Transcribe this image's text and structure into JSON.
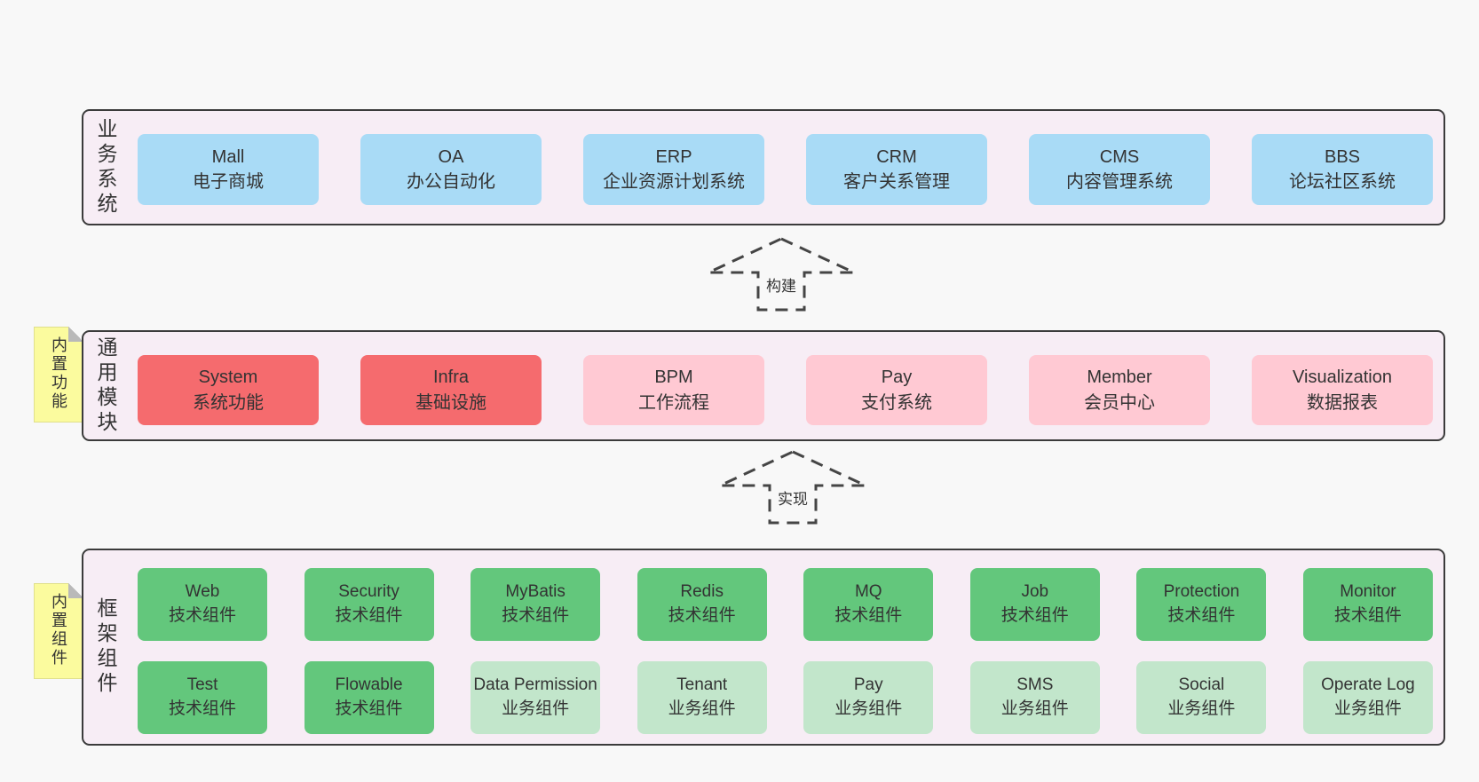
{
  "colors": {
    "page_bg": "#f8f8f8",
    "layer_bg": "#f7edf5",
    "layer_border": "#3b3b3b",
    "box_blue": "#a9dbf6",
    "box_red": "#f56b6e",
    "box_pink": "#ffc9d3",
    "box_green_dark": "#63c77c",
    "box_green_light": "#c2e6cb",
    "note_yellow": "#fbfb9e",
    "note_fold_gray": "#b9b9b9",
    "text": "#333333"
  },
  "layers": {
    "business": {
      "label": "业务系统",
      "boxes": [
        {
          "name": "Mall",
          "desc": "电子商城"
        },
        {
          "name": "OA",
          "desc": "办公自动化"
        },
        {
          "name": "ERP",
          "desc": "企业资源计划系统"
        },
        {
          "name": "CRM",
          "desc": "客户关系管理"
        },
        {
          "name": "CMS",
          "desc": "内容管理系统"
        },
        {
          "name": "BBS",
          "desc": "论坛社区系统"
        }
      ]
    },
    "modules": {
      "label": "通用模块",
      "note": "内置功能",
      "boxes": [
        {
          "name": "System",
          "desc": "系统功能"
        },
        {
          "name": "Infra",
          "desc": "基础设施"
        },
        {
          "name": "BPM",
          "desc": "工作流程"
        },
        {
          "name": "Pay",
          "desc": "支付系统"
        },
        {
          "name": "Member",
          "desc": "会员中心"
        },
        {
          "name": "Visualization",
          "desc": "数据报表"
        }
      ]
    },
    "components": {
      "label": "框架组件",
      "note": "内置组件",
      "row1": [
        {
          "name": "Web",
          "desc": "技术组件"
        },
        {
          "name": "Security",
          "desc": "技术组件"
        },
        {
          "name": "MyBatis",
          "desc": "技术组件"
        },
        {
          "name": "Redis",
          "desc": "技术组件"
        },
        {
          "name": "MQ",
          "desc": "技术组件"
        },
        {
          "name": "Job",
          "desc": "技术组件"
        },
        {
          "name": "Protection",
          "desc": "技术组件"
        },
        {
          "name": "Monitor",
          "desc": "技术组件"
        }
      ],
      "row2": [
        {
          "name": "Test",
          "desc": "技术组件"
        },
        {
          "name": "Flowable",
          "desc": "技术组件"
        },
        {
          "name": "Data Permission",
          "desc": "业务组件"
        },
        {
          "name": "Tenant",
          "desc": "业务组件"
        },
        {
          "name": "Pay",
          "desc": "业务组件"
        },
        {
          "name": "SMS",
          "desc": "业务组件"
        },
        {
          "name": "Social",
          "desc": "业务组件"
        },
        {
          "name": "Operate Log",
          "desc": "业务组件"
        }
      ]
    }
  },
  "arrows": [
    {
      "label": "构建"
    },
    {
      "label": "实现"
    }
  ]
}
